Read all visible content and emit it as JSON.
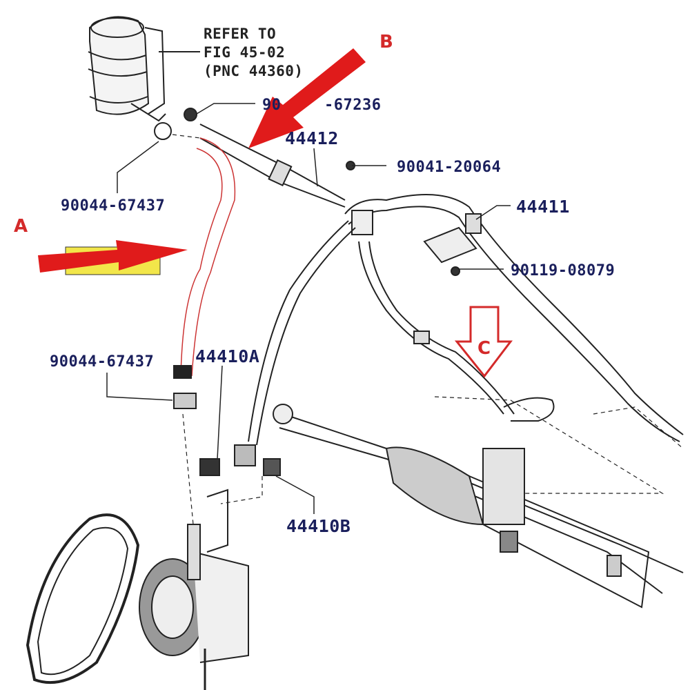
{
  "reference_note": [
    "REFER TO",
    "FIG 45-02",
    "(PNC 44360)"
  ],
  "labels": {
    "clip_top_prefix": "90",
    "clip_top_suffix": "-67236",
    "hose_return": "44412",
    "bolt_upper": "90041-20064",
    "hose_pressure": "44411",
    "clip_left_upper": "90044-67437",
    "bolt_bracket": "90119-08079",
    "clip_left_lower": "90044-67437",
    "union_a": "44410A",
    "union_b": "44410B"
  },
  "callouts": {
    "a": "A",
    "b": "B",
    "c": "C"
  },
  "colors": {
    "callout_red": "#e01b1b",
    "callout_yellow": "#f2e64a",
    "label_navy": "#1a1f5c"
  }
}
